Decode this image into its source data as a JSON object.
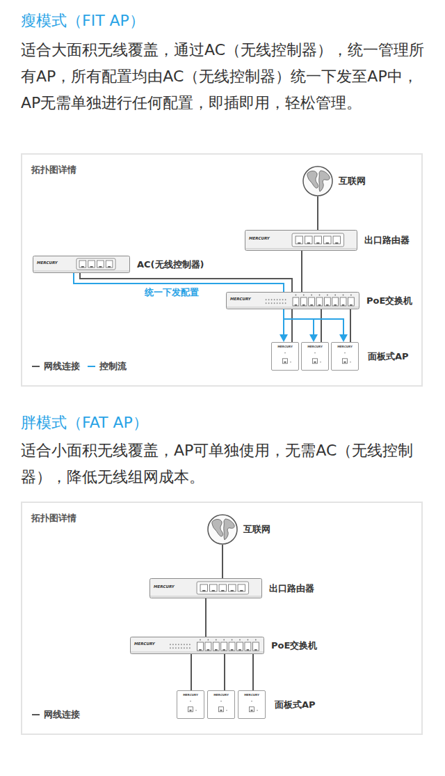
{
  "diagram": {
    "nodes": [
      {
        "text": [
          "拓扑图详情"
        ]
      },
      {
        "text": [
          "互联网"
        ],
        "in": 0
      },
      {
        "text": [
          "MERCURY",
          "出口路由器"
        ],
        "in": 0
      },
      {
        "text": [
          "MERCURY",
          "AC(无线控制器)"
        ],
        "in": 0
      },
      {
        "text": [
          "MERCURY",
          "PoE交换机"
        ],
        "in": 0
      },
      {
        "text": [
          "MERCURY"
        ],
        "in": 0
      },
      {
        "text": [
          "MERCURY"
        ],
        "in": 0
      },
      {
        "text": [
          "MERCURY",
          "面板式AP"
        ],
        "in": 0
      },
      {
        "text": [
          "拓扑图详情"
        ]
      },
      {
        "text": [
          "互联网"
        ],
        "in": 8
      },
      {
        "text": [
          "MERCURY",
          "出口路由器"
        ],
        "in": 8
      },
      {
        "text": [
          "MERCURY",
          "PoE交换机"
        ],
        "in": 8
      },
      {
        "text": [
          "MERCURY"
        ],
        "in": 8
      },
      {
        "text": [
          "MERCURY"
        ],
        "in": 8
      },
      {
        "text": [
          "MERCURY",
          "面板式AP"
        ],
        "in": 8
      }
    ],
    "edges": [
      {
        "from": 1,
        "to": 2,
        "arrow": "none"
      },
      {
        "from": 2,
        "to": 4,
        "arrow": "none"
      },
      {
        "from": 3,
        "to": 4,
        "arrow": "none"
      },
      {
        "from": 4,
        "to": 5,
        "arrow": "none"
      },
      {
        "from": 4,
        "to": 6,
        "arrow": "none"
      },
      {
        "from": 4,
        "to": 7,
        "arrow": "none"
      },
      {
        "from": 3,
        "to": 5,
        "label": "统一下发配置",
        "arrow": "to"
      },
      {
        "from": 3,
        "to": 6,
        "arrow": "to"
      },
      {
        "from": 3,
        "to": 7,
        "arrow": "to"
      },
      {
        "from": 9,
        "to": 10,
        "arrow": "none"
      },
      {
        "from": 10,
        "to": 11,
        "arrow": "none"
      },
      {
        "from": 11,
        "to": 12,
        "arrow": "none"
      },
      {
        "from": 11,
        "to": 13,
        "arrow": "none"
      },
      {
        "from": 11,
        "to": 14,
        "arrow": "none"
      }
    ],
    "labels": [
      "瘦模式（FIT AP）",
      "适合大面积无线覆盖，通过AC（无线控制器），统一管理所有AP，所有配置均由AC（无线控制器）统一下发至AP中，AP无需单独进行任何配置，即插即用，轻松管理。",
      "胖模式（FAT AP）",
      "适合小面积无线覆盖，AP可单独使用，无需AC（无线控制器），降低无线组网成本。"
    ],
    "legend": [
      {
        "text": "网线连接"
      },
      {
        "text": "控制流"
      },
      {
        "text": "网线连接"
      }
    ]
  }
}
